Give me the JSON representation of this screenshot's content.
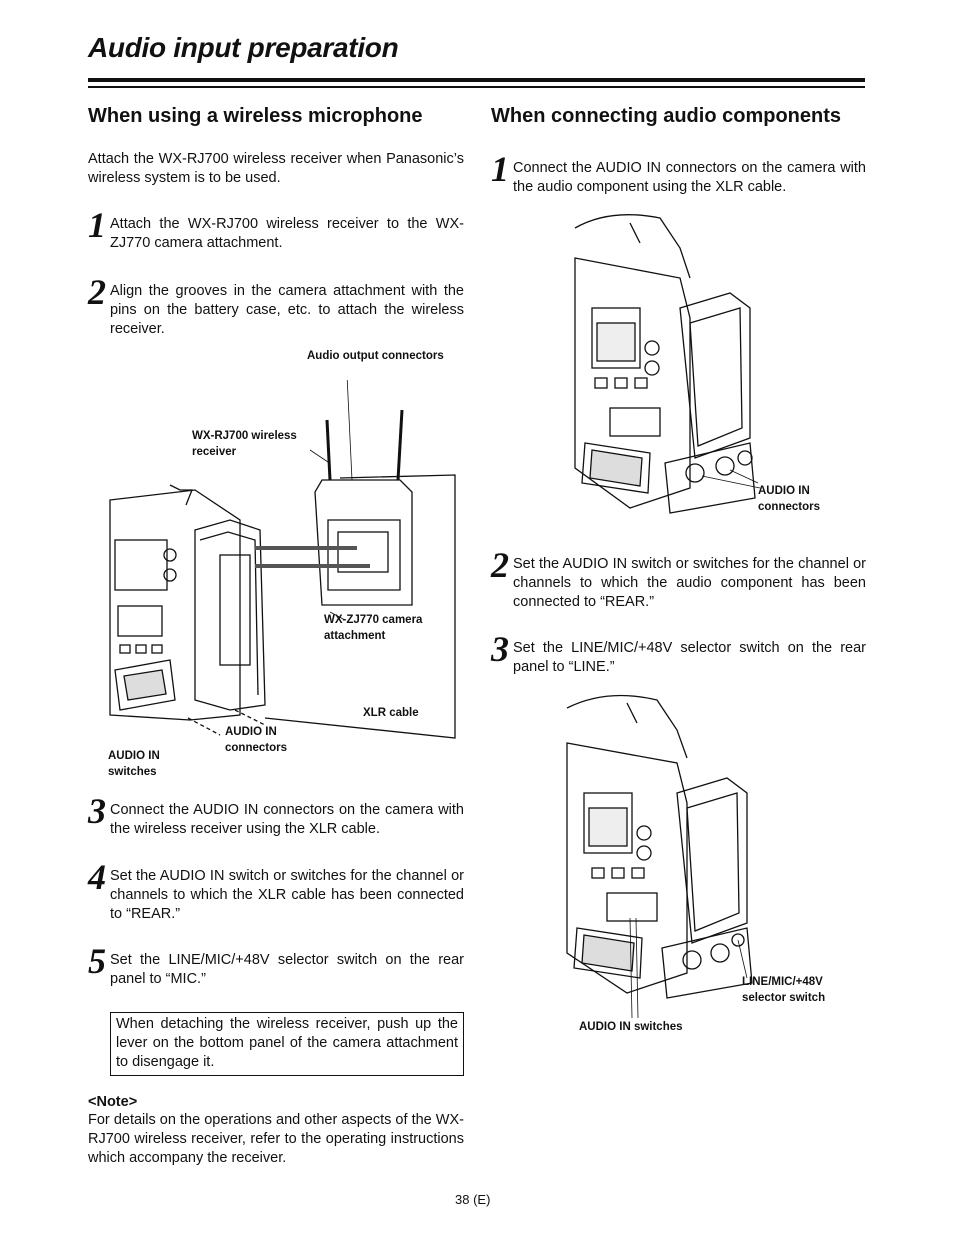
{
  "page": {
    "title": "Audio input preparation",
    "page_number": "38 (E)"
  },
  "left": {
    "heading": "When using a wireless microphone",
    "intro": "Attach the WX-RJ700 wireless receiver when Panasonic’s wireless system is to be used.",
    "steps": [
      {
        "num": "1",
        "text": "Attach the WX-RJ700 wireless receiver to the WX-ZJ770 camera attachment."
      },
      {
        "num": "2",
        "text": "Align the grooves in the camera attachment with the pins on the battery case, etc. to attach the wireless receiver."
      },
      {
        "num": "3",
        "text": "Connect the AUDIO IN connectors on the camera with the wireless receiver using the XLR cable."
      },
      {
        "num": "4",
        "text": "Set the AUDIO IN switch or switches for the channel or channels to which the XLR cable has been connected to “REAR.”"
      },
      {
        "num": "5",
        "text": "Set the LINE/MIC/+48V selector switch on the rear panel to “MIC.”"
      }
    ],
    "figure_labels": {
      "audio_output": "Audio output connectors",
      "receiver_line1": "WX-RJ700 wireless",
      "receiver_line2": "receiver",
      "attachment_line1": "WX-ZJ770 camera",
      "attachment_line2": "attachment",
      "xlr": "XLR cable",
      "audio_in_conn_line1": "AUDIO IN",
      "audio_in_conn_line2": "connectors",
      "audio_in_sw_line1": "AUDIO IN",
      "audio_in_sw_line2": "switches"
    },
    "note_box": "When detaching the wireless receiver, push up the lever on the bottom panel of the camera attachment to disengage it.",
    "note_heading": "<Note>",
    "note_text": "For details on the operations and other aspects of the WX-RJ700 wireless receiver, refer to the operating instructions which accompany the receiver."
  },
  "right": {
    "heading": "When connecting audio components",
    "steps": [
      {
        "num": "1",
        "text": "Connect the AUDIO IN connectors on the camera with the audio component using the XLR cable."
      },
      {
        "num": "2",
        "text": "Set the AUDIO IN switch or switches for the channel or channels to which the audio component has been connected to “REAR.”"
      },
      {
        "num": "3",
        "text": "Set the LINE/MIC/+48V selector switch on the rear panel to “LINE.”"
      }
    ],
    "figure1_labels": {
      "audio_in_line1": "AUDIO IN",
      "audio_in_line2": "connectors"
    },
    "figure2_labels": {
      "selector_line1": "LINE/MIC/+48V",
      "selector_line2": "selector switch",
      "audio_in_switches": "AUDIO IN switches"
    }
  }
}
